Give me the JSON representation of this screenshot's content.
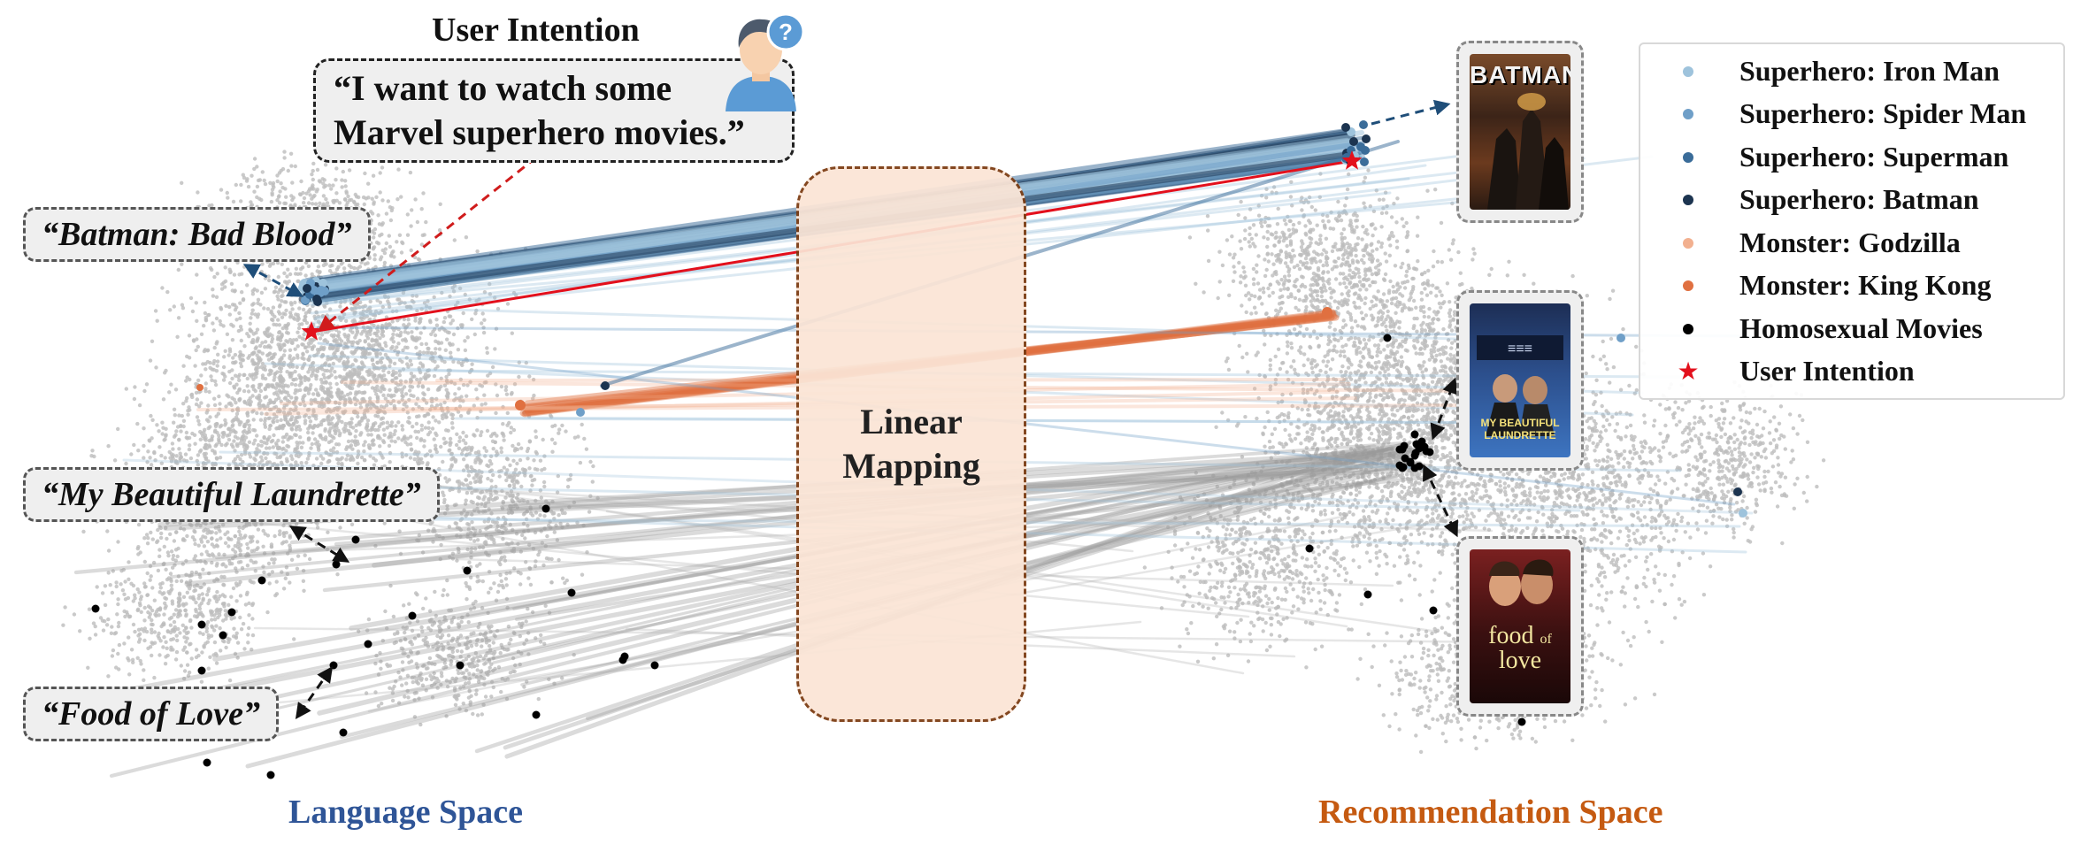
{
  "title": "User Intention",
  "intent_quote": [
    "“I want to watch some",
    "Marvel superhero movies.”"
  ],
  "mapping_label": [
    "Linear",
    "Mapping"
  ],
  "movie_labels": {
    "batman": "“Batman: Bad Blood”",
    "laundrette": "“My Beautiful Laundrette”",
    "food": "“Food of Love”"
  },
  "space_labels": {
    "language": "Language Space",
    "recommendation": "Recommendation Space"
  },
  "legend": [
    {
      "label": "Superhero: Iron Man",
      "color": "#9ec3dc",
      "marker": "dot"
    },
    {
      "label": "Superhero: Spider Man",
      "color": "#6f9fc8",
      "marker": "dot"
    },
    {
      "label": "Superhero: Superman",
      "color": "#3a6c99",
      "marker": "dot"
    },
    {
      "label": "Superhero: Batman",
      "color": "#1c3450",
      "marker": "dot"
    },
    {
      "label": "Monster: Godzilla",
      "color": "#f2b08f",
      "marker": "dot"
    },
    {
      "label": "Monster: King Kong",
      "color": "#e07040",
      "marker": "dot"
    },
    {
      "label": "Homosexual Movies",
      "color": "#000000",
      "marker": "dot"
    },
    {
      "label": "User Intention",
      "color": "#e3101c",
      "marker": "star"
    }
  ],
  "posters": {
    "batman": {
      "text": "BATMAN",
      "icon": "batman-poster-image"
    },
    "laundrette": {
      "text": [
        "MY BEAUTIFUL",
        "LAUNDRETTE"
      ],
      "icon": "laundrette-poster-image"
    },
    "food": {
      "text": [
        "food",
        "of",
        "love"
      ],
      "icon": "food-of-love-poster-image"
    }
  },
  "colors": {
    "language_space": "#2f5597",
    "recommendation_space": "#c55a11",
    "scatter": "#bdbdbd",
    "intention_line": "#e3101c"
  },
  "icons": {
    "user": "user-question-icon"
  }
}
